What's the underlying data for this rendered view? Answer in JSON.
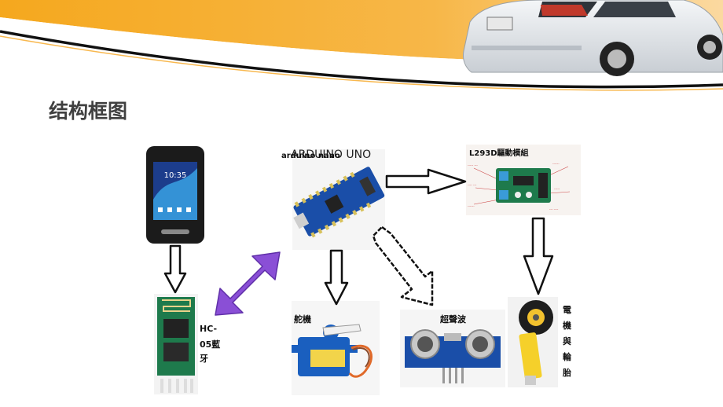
{
  "slide": {
    "title": "结构框图"
  },
  "labels": {
    "arduino_uno": "ARDUINO UNO",
    "arduino_nano": "arduino nano",
    "l293d": "L293D驅動模組",
    "servo": "舵機",
    "ultrasonic": "超聲波",
    "hc05_line1": "HC-",
    "hc05_line2": "05藍",
    "hc05_line3": "牙",
    "motor": [
      "電",
      "機",
      "與",
      "輪",
      "胎"
    ]
  },
  "colors": {
    "banner_orange": "#F6A623",
    "banner_black": "#111111",
    "title_text": "#404040",
    "double_arrow": "#8A4FD6",
    "board_blue": "#1A4EA8",
    "pcb_green": "#1E7A4C"
  },
  "icons": [
    "phone",
    "bluetooth-module",
    "arduino-board",
    "motor-driver-board",
    "servo-motor",
    "ultrasonic-sensor",
    "gear-motor-wheel",
    "car"
  ]
}
